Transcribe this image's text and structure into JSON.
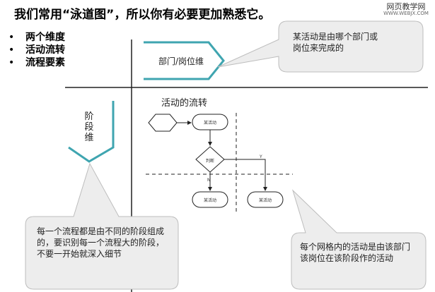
{
  "header": {
    "title": "我们常用“泳道图”，所以你有必要更加熟悉它。",
    "watermark_cn": "网页教学网",
    "watermark_url": "WWW.WEBJX.COM"
  },
  "bullets": [
    "两个维度",
    "活动流转",
    "流程要素"
  ],
  "axes": {
    "dept_label": "部门/岗位维",
    "stage_label": "阶段维",
    "flow_label": "活动的流转"
  },
  "callouts": {
    "top_right": "某活动是由哪个部门或岗位来完成的",
    "bottom_left": "每一个流程都是由不同的阶段组成的，要识别每一个流程大的阶段，不要一开始就深入细节",
    "bottom_right": "每个网格内的活动是由该部门该岗位在该阶段作的活动"
  },
  "flowchart": {
    "activity_1": "某活动",
    "decision": "判断",
    "yes_label": "Y",
    "no_label": "N",
    "activity_2": "某活动",
    "activity_3": "某活动"
  },
  "colors": {
    "teal": "#3fa5b0",
    "callout_fill": "#ededed",
    "callout_stroke": "#bdbdbd"
  }
}
